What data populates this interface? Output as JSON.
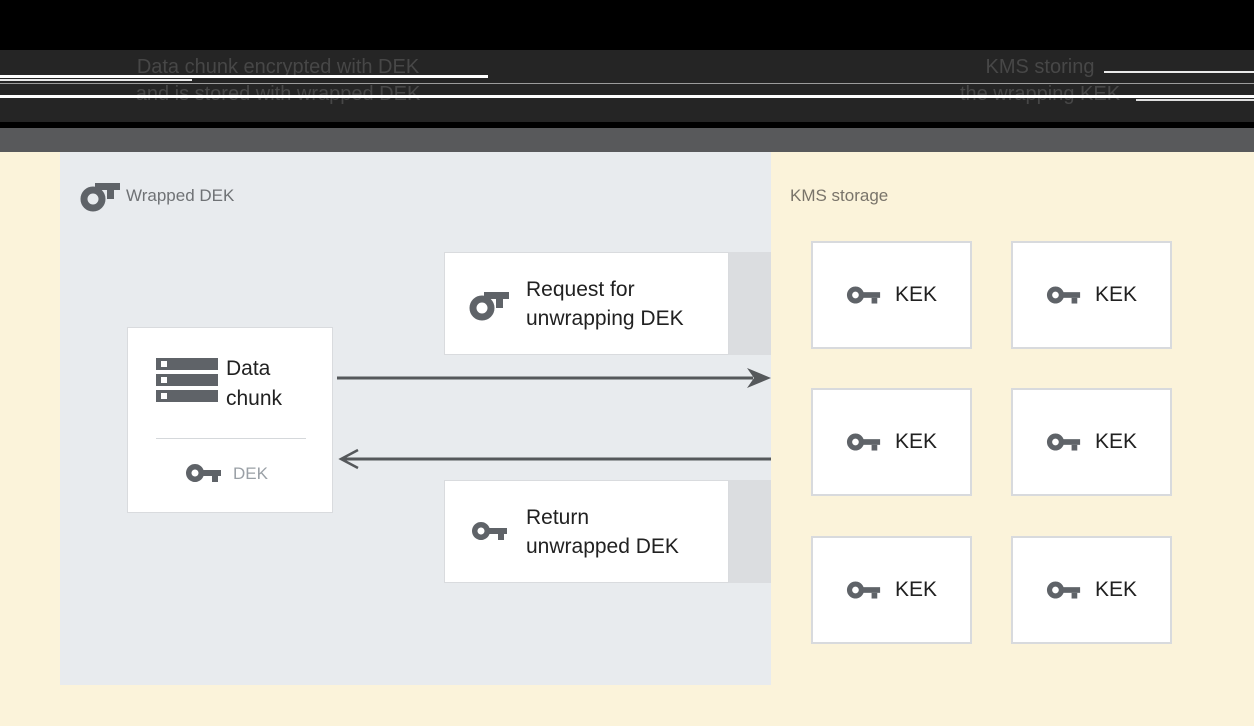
{
  "header": {
    "captions": {
      "left": {
        "line1": "Data chunk encrypted with DEK",
        "line2": "and is stored with wrapped DEK"
      },
      "right": {
        "line1": "KMS storing",
        "line2": "the wrapping KEK"
      }
    }
  },
  "diagram": {
    "wrapped_panel": {
      "label": "Wrapped DEK",
      "icon": "key-outline-icon"
    },
    "kms_panel": {
      "label": "KMS storage",
      "kek_boxes": [
        {
          "label": "KEK"
        },
        {
          "label": "KEK"
        },
        {
          "label": "KEK"
        },
        {
          "label": "KEK"
        },
        {
          "label": "KEK"
        },
        {
          "label": "KEK"
        }
      ]
    },
    "data_chunk_box": {
      "line1": "Data",
      "line2": "chunk",
      "icon": "data-chunk-icon",
      "key_label": "DEK"
    },
    "request_box": {
      "line1": "Request for",
      "line2": "unwrapping DEK",
      "icon": "key-outline-icon"
    },
    "return_box": {
      "line1": "Return",
      "line2": "unwrapped DEK",
      "icon": "key-solid-icon"
    },
    "arrows": [
      {
        "name": "request-arrow",
        "direction": "right",
        "from": "Data chunk",
        "to": "KMS storage"
      },
      {
        "name": "return-arrow",
        "direction": "left",
        "from": "KMS storage",
        "to": "Data chunk"
      }
    ]
  },
  "colors": {
    "top_black": "#000000",
    "band_bg": "#252525",
    "band_text": "#474747",
    "gray_bar": "#58595b",
    "cream_bg": "#fbf3da",
    "panel_bg": "#e8ebee",
    "box_border": "#d9dbde",
    "strip_gray": "#dbdde0",
    "icon_gray": "#5f6368",
    "dark_text": "#212121",
    "muted_text": "#9aa0a6",
    "arrow": "#55585b"
  }
}
